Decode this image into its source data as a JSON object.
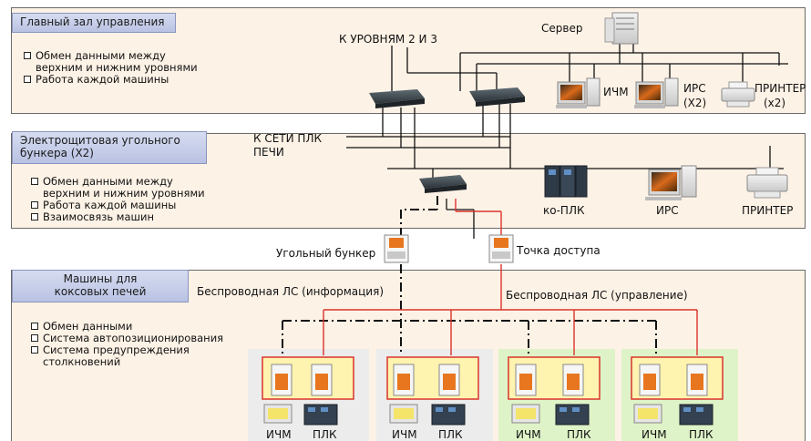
{
  "zones": {
    "control_room": {
      "title": "Главный зал управления",
      "items": [
        "Обмен данными между верхним и нижним уровнями",
        "Работа каждой машины"
      ]
    },
    "coal_bunker_room": {
      "title_line1": "Электрощитовая угольного",
      "title_line2": "бункера  (X2)",
      "items": [
        "Обмен данными между верхним и нижним уровнями",
        "Работа каждой машины",
        "Взаимосвязь машин"
      ]
    },
    "coke_machines": {
      "title_line1": "Машины для",
      "title_line2": "коксовых печей",
      "items": [
        "Обмен данными",
        "Система автопозиционирования",
        "Система предупреждения столкновений"
      ]
    }
  },
  "labels": {
    "to_levels": "К УРОВНЯМ 2 И 3",
    "server": "Сервер",
    "hmi_top": "ИЧМ",
    "irs_top": "ИРС",
    "irs_top_count": "(X2)",
    "printer_top": "ПРИНТЕР",
    "printer_top_count": "(x2)",
    "plc_network_1": "К СЕТИ ПЛК",
    "plc_network_2": "ПЕЧИ",
    "co_plc": "ко-ПЛК",
    "irs_mid": "ИРС",
    "printer_mid": "ПРИНТЕР",
    "coal_bunker": "Угольный бункер",
    "access_point": "Точка доступа",
    "wlan_info": "Беспроводная ЛС (информация)",
    "wlan_control": "Беспроводная ЛС (управление)"
  },
  "machines": [
    {
      "hmi": "ИЧМ",
      "plc": "ПЛК"
    },
    {
      "hmi": "ИЧМ",
      "plc": "ПЛК"
    },
    {
      "hmi": "ИЧМ",
      "plc": "ПЛК"
    },
    {
      "hmi": "ИЧМ",
      "plc": "ПЛК"
    }
  ],
  "colors": {
    "zone_fill": "#fdf2e6",
    "control_line": "#d9342b",
    "info_line": "#111111",
    "machine_fill_a": "#fff3b0",
    "machine_fill_b": "#dff3c8"
  }
}
